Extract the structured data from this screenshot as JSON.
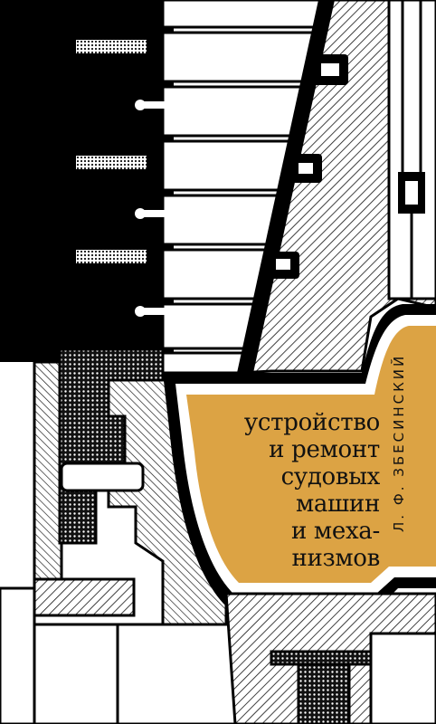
{
  "book": {
    "title_lines": [
      "устройство",
      "и ремонт",
      "судовых",
      "машин",
      "и меха-",
      "низмов"
    ],
    "author": "Л. Ф. ЗБЕСИНСКИЙ"
  },
  "colors": {
    "accent": "#dca344",
    "ink": "#000000",
    "paper": "#ffffff"
  },
  "illustration": "ship-turbine-cross-section"
}
